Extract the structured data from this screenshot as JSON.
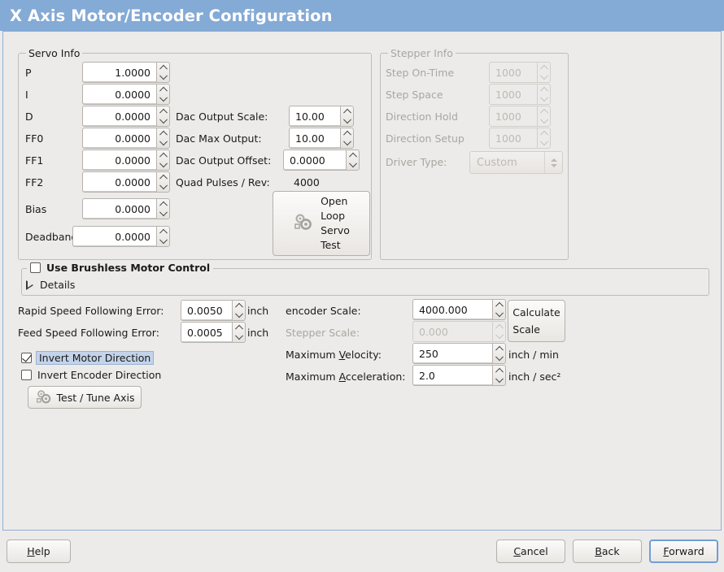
{
  "window": {
    "title": "X Axis Motor/Encoder Configuration",
    "title_bg": "#84aad6",
    "title_fg": "#ffffff",
    "body_bg": "#edebe9",
    "frame_border": "#8eaed4"
  },
  "servo_info": {
    "legend": "Servo Info",
    "rows": [
      {
        "label": "P",
        "value": "1.0000"
      },
      {
        "label": "I",
        "value": "0.0000"
      },
      {
        "label": "D",
        "value": "0.0000"
      },
      {
        "label": "FF0",
        "value": "0.0000"
      },
      {
        "label": "FF1",
        "value": "0.0000"
      },
      {
        "label": "FF2",
        "value": "0.0000"
      },
      {
        "label": "Bias",
        "value": "0.0000"
      },
      {
        "label": "Deadband",
        "value": "0.0000"
      }
    ],
    "dac": [
      {
        "label": "Dac Output Scale:",
        "value": "10.00"
      },
      {
        "label": "Dac Max Output:",
        "value": "10.00"
      },
      {
        "label": "Dac Output Offset:",
        "value": "0.0000"
      }
    ],
    "quad_pulses_label": "Quad Pulses / Rev:",
    "quad_pulses_value": "4000",
    "open_loop_button": [
      "Open",
      "Loop",
      "Servo",
      "Test"
    ],
    "open_loop_icon": "gears-icon"
  },
  "stepper_info": {
    "legend": "Stepper Info",
    "disabled": true,
    "rows": [
      {
        "label": "Step On-Time",
        "value": "1000"
      },
      {
        "label": "Step Space",
        "value": "1000"
      },
      {
        "label": "Direction Hold",
        "value": "1000"
      },
      {
        "label": "Direction Setup",
        "value": "1000"
      }
    ],
    "driver_type_label": "Driver Type:",
    "driver_type_value": "Custom"
  },
  "brushless": {
    "checkbox_label": "Use Brushless Motor Control",
    "checked": false,
    "details_label": "Details",
    "expanded": false
  },
  "tuning": {
    "rapid_label": "Rapid Speed Following Error:",
    "rapid_value": "0.0050",
    "rapid_unit": "inch",
    "feed_label": "Feed Speed Following Error:",
    "feed_value": "0.0005",
    "feed_unit": "inch",
    "invert_motor_label": "Invert Motor Direction",
    "invert_motor_checked": true,
    "invert_encoder_label": "Invert Encoder Direction",
    "invert_encoder_checked": false,
    "test_tune_label": "Test / Tune Axis",
    "test_tune_icon": "gears-icon"
  },
  "scales": {
    "encoder_label": "encoder Scale:",
    "encoder_value": "4000.000",
    "stepper_label": "Stepper Scale:",
    "stepper_value": "0.000",
    "stepper_disabled": true,
    "max_velocity_label_pre": "Maximum ",
    "max_velocity_label_mn": "V",
    "max_velocity_label_post": "elocity:",
    "max_velocity_value": "250",
    "max_velocity_unit": "inch / min",
    "max_accel_label_pre": "Maximum ",
    "max_accel_label_mn": "A",
    "max_accel_label_post": "cceleration:",
    "max_accel_value": "2.0",
    "max_accel_unit": "inch / sec²",
    "calculate_button": [
      "Calculate",
      "Scale"
    ]
  },
  "footer": {
    "help_pre": "",
    "help_mn": "H",
    "help_post": "elp",
    "cancel_pre": "",
    "cancel_mn": "C",
    "cancel_post": "ancel",
    "back_pre": "",
    "back_mn": "B",
    "back_post": "ack",
    "forward_pre": "",
    "forward_mn": "F",
    "forward_post": "orward",
    "focused": "forward"
  }
}
